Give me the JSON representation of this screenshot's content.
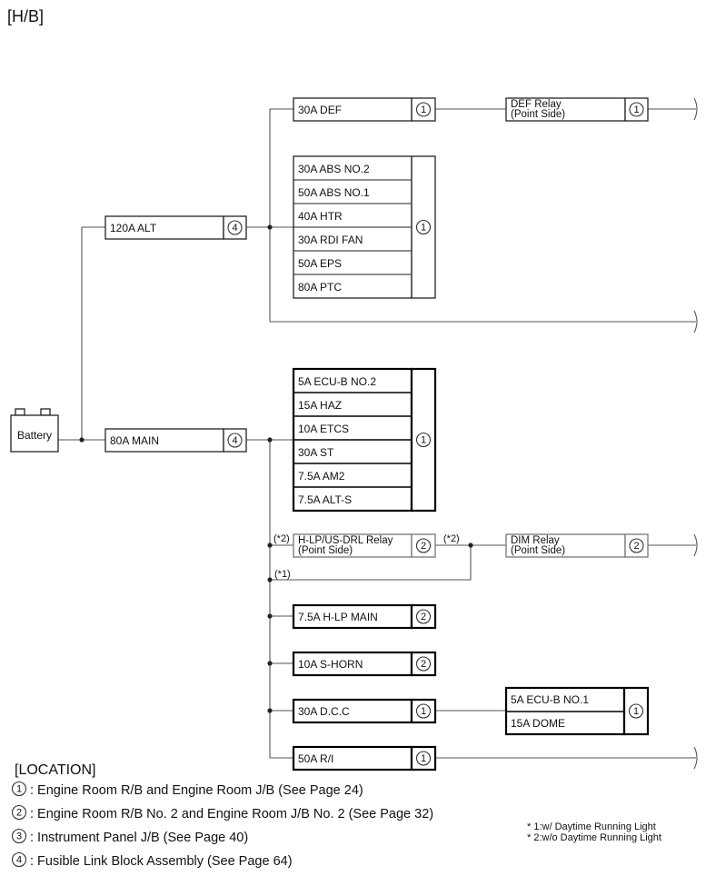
{
  "header": "[H/B]",
  "battery": "Battery",
  "fuses": {
    "alt120": "120A ALT",
    "main80": "80A MAIN",
    "def": "30A DEF",
    "abs2": "30A ABS NO.2",
    "abs1": "50A ABS NO.1",
    "htr": "40A HTR",
    "rdi": "30A RDI FAN",
    "eps": "50A EPS",
    "ptc": "80A PTC",
    "ecub2": "5A ECU-B NO.2",
    "haz": "15A HAZ",
    "etcs": "10A ETCS",
    "st": "30A ST",
    "am2": "7.5A AM2",
    "alts": "7.5A ALT-S",
    "hlpmain": "7.5A H-LP MAIN",
    "shorn": "10A S-HORN",
    "dcc": "30A D.C.C",
    "ri": "50A R/I",
    "ecub1": "5A ECU-B NO.1",
    "dome": "15A DOME"
  },
  "relays": {
    "def_l1": "DEF Relay",
    "def_l2": "(Point Side)",
    "hlp_l1": "H-LP/US-DRL Relay",
    "hlp_l2": "(Point Side)",
    "dim_l1": "DIM Relay",
    "dim_l2": "(Point Side)"
  },
  "connectors": {
    "alt": "4",
    "main": "4",
    "def": "1",
    "def_relay": "1",
    "group1": "1",
    "group2": "1",
    "hlp": "2",
    "dim": "2",
    "hlpmain": "2",
    "shorn": "2",
    "dcc": "1",
    "ecu": "1",
    "ri": "1"
  },
  "marks": {
    "hlp_in": "(*2)",
    "hlp_out": "(*2)",
    "drl": "(*1)"
  },
  "location": {
    "title": "[LOCATION]",
    "items": [
      {
        "num": "1",
        "text": ": Engine Room R/B and Engine Room J/B (See Page 24)"
      },
      {
        "num": "2",
        "text": ": Engine Room R/B No. 2 and Engine Room J/B No. 2 (See Page 32)"
      },
      {
        "num": "3",
        "text": ": Instrument Panel J/B (See Page 40)"
      },
      {
        "num": "4",
        "text": ": Fusible Link Block Assembly (See Page 64)"
      }
    ]
  },
  "notes": {
    "n1": "* 1:w/ Daytime Running Light",
    "n2": "* 2:w/o Daytime Running Light"
  }
}
